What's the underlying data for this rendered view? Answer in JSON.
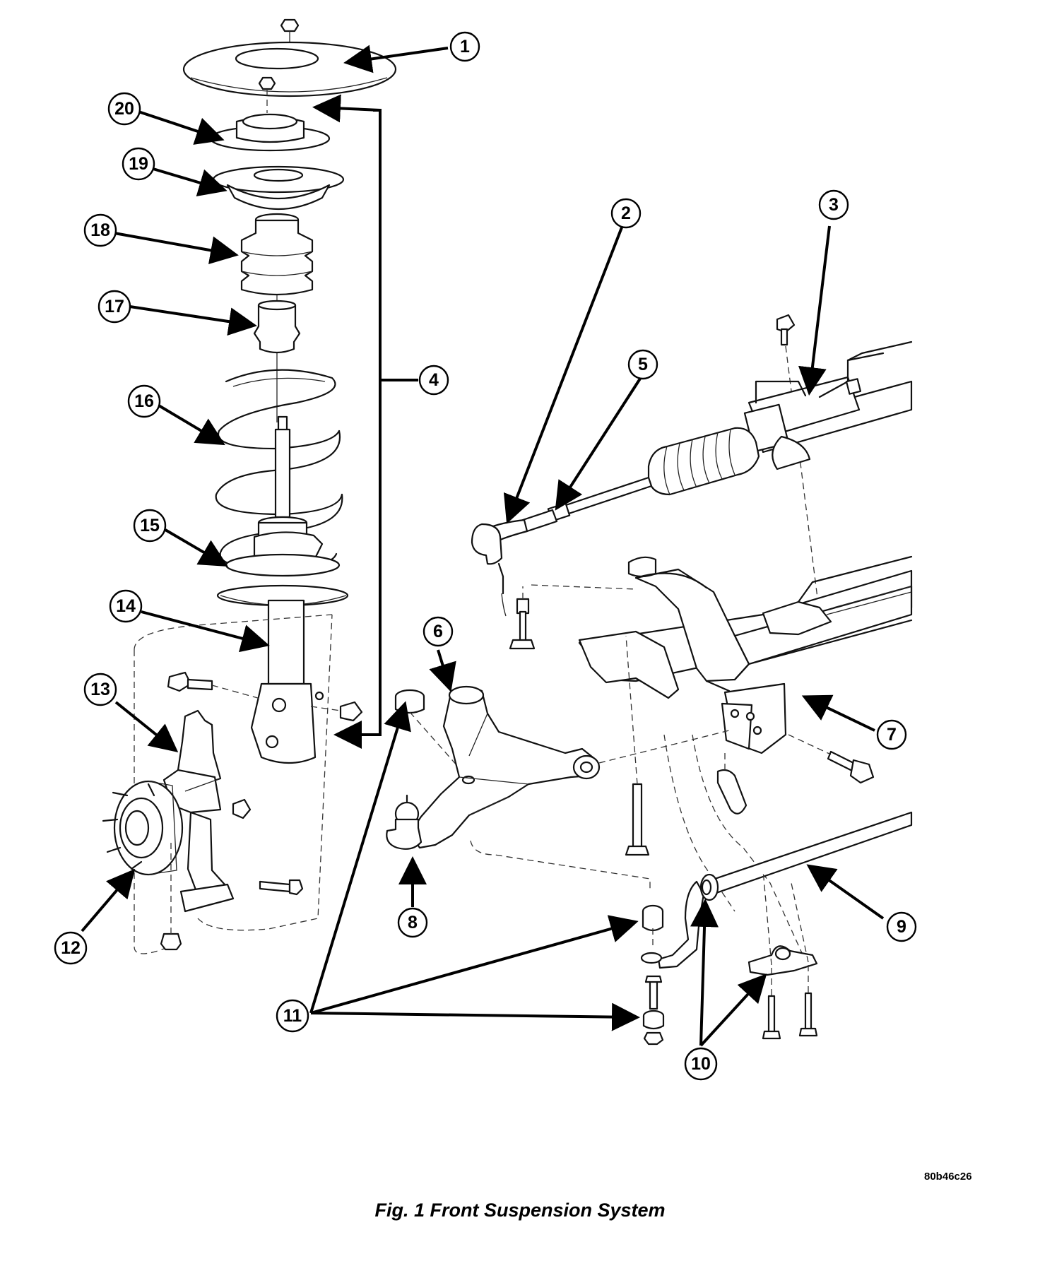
{
  "caption": "Fig. 1 Front Suspension System",
  "figure_code": "80b46c26",
  "callouts": [
    {
      "id": "1",
      "label": "1"
    },
    {
      "id": "2",
      "label": "2"
    },
    {
      "id": "3",
      "label": "3"
    },
    {
      "id": "4",
      "label": "4"
    },
    {
      "id": "5",
      "label": "5"
    },
    {
      "id": "6",
      "label": "6"
    },
    {
      "id": "7",
      "label": "7"
    },
    {
      "id": "8",
      "label": "8"
    },
    {
      "id": "9",
      "label": "9"
    },
    {
      "id": "10",
      "label": "10"
    },
    {
      "id": "11",
      "label": "11"
    },
    {
      "id": "12",
      "label": "12"
    },
    {
      "id": "13",
      "label": "13"
    },
    {
      "id": "14",
      "label": "14"
    },
    {
      "id": "15",
      "label": "15"
    },
    {
      "id": "16",
      "label": "16"
    },
    {
      "id": "17",
      "label": "17"
    },
    {
      "id": "18",
      "label": "18"
    },
    {
      "id": "19",
      "label": "19"
    },
    {
      "id": "20",
      "label": "20"
    }
  ],
  "colors": {
    "ink": "#000000",
    "background": "#ffffff",
    "shade": "#d9d9d9"
  }
}
